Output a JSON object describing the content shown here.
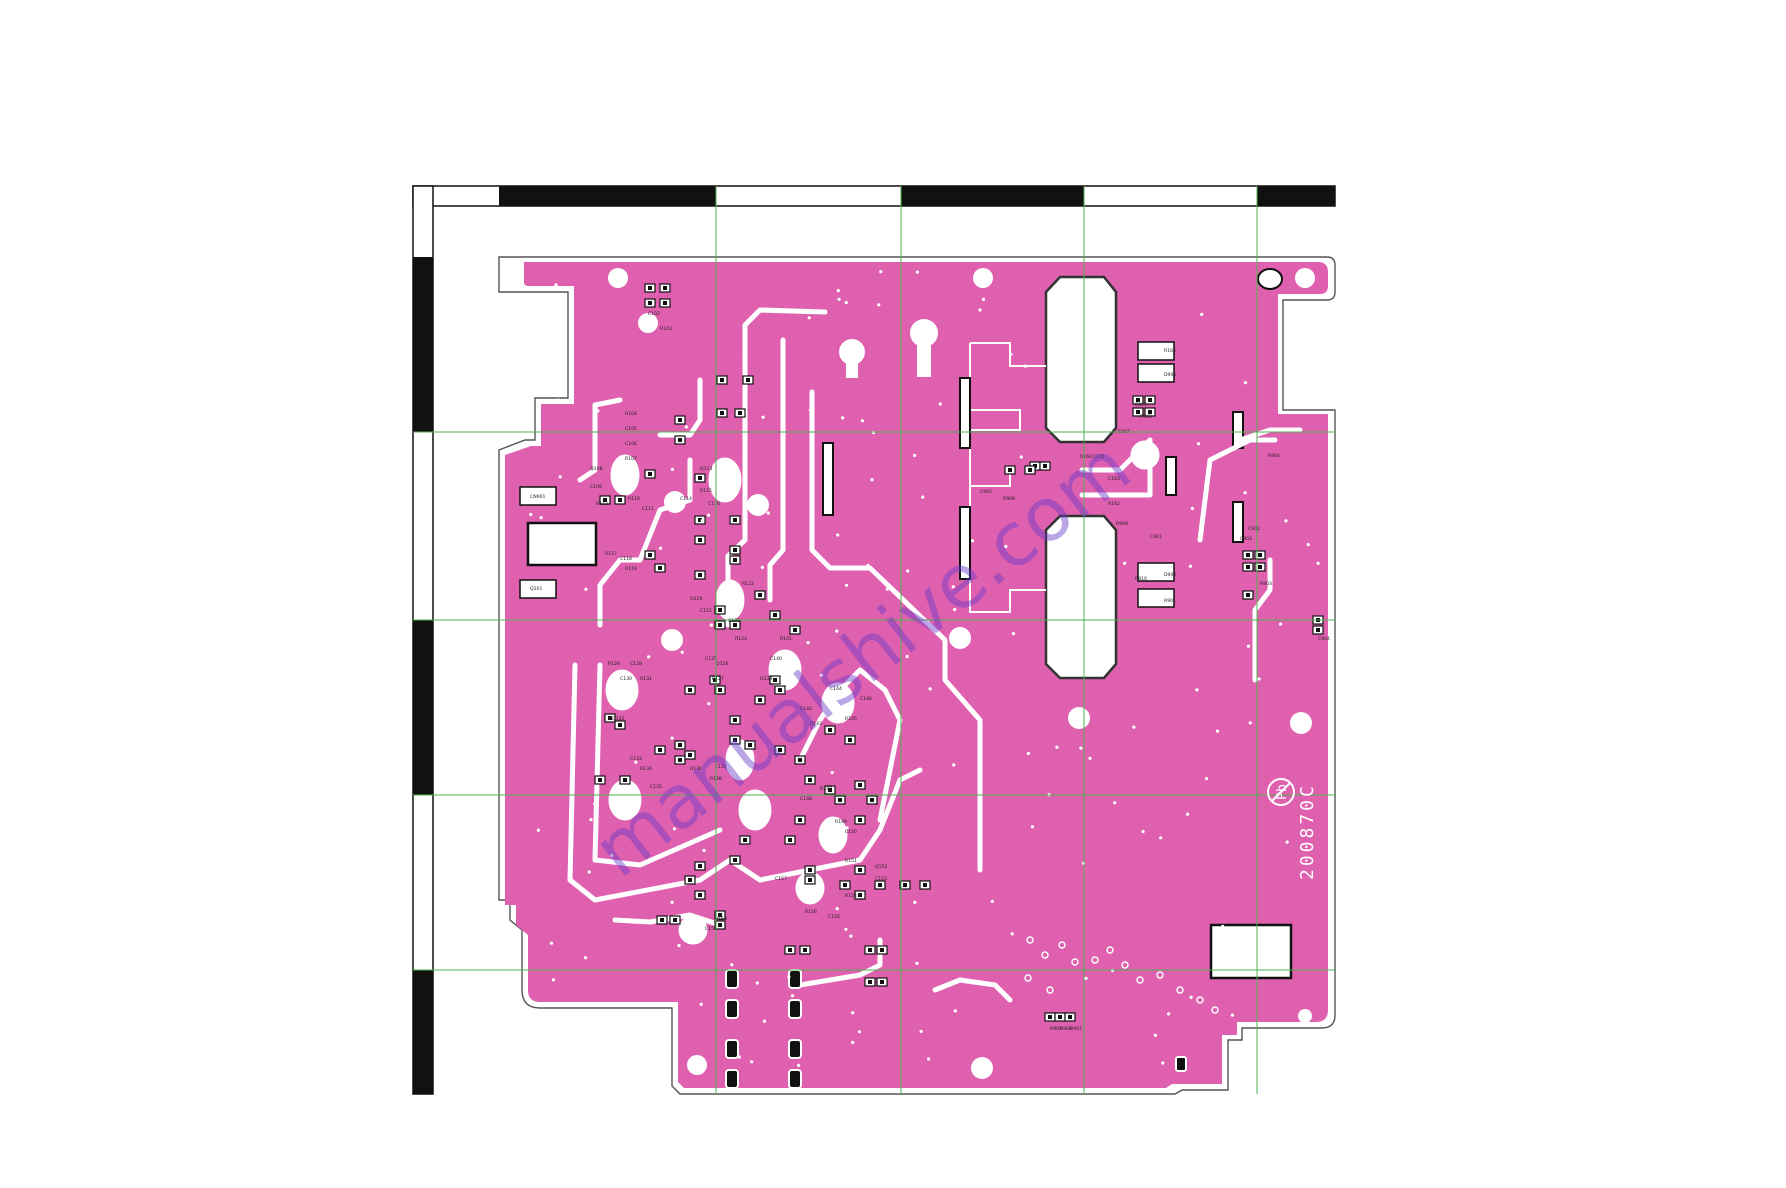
{
  "board": {
    "code": "200870C",
    "watermark": "manualshive.com",
    "marks": [
      "Pb"
    ]
  },
  "colors": {
    "copper": "#e060b0",
    "silk": "#ffffff",
    "grid": "#4fb04f",
    "ruler": "#111111",
    "outline": "#555555"
  },
  "components": [
    {
      "ref": "CN901"
    },
    {
      "ref": "Q101"
    },
    {
      "ref": "C102"
    },
    {
      "ref": "R103"
    },
    {
      "ref": "R104"
    },
    {
      "ref": "C105"
    },
    {
      "ref": "C106"
    },
    {
      "ref": "R107"
    },
    {
      "ref": "Q108"
    },
    {
      "ref": "C109"
    },
    {
      "ref": "R110"
    },
    {
      "ref": "C111"
    },
    {
      "ref": "R112"
    },
    {
      "ref": "Q113"
    },
    {
      "ref": "C114"
    },
    {
      "ref": "R115"
    },
    {
      "ref": "C116"
    },
    {
      "ref": "R117"
    },
    {
      "ref": "C118"
    },
    {
      "ref": "R119"
    },
    {
      "ref": "Q120"
    },
    {
      "ref": "C121"
    },
    {
      "ref": "R122"
    },
    {
      "ref": "C123"
    },
    {
      "ref": "R124"
    },
    {
      "ref": "C125"
    },
    {
      "ref": "Q126"
    },
    {
      "ref": "R127"
    },
    {
      "ref": "C128"
    },
    {
      "ref": "R129"
    },
    {
      "ref": "C130"
    },
    {
      "ref": "R131"
    },
    {
      "ref": "Q132"
    },
    {
      "ref": "C133"
    },
    {
      "ref": "R134"
    },
    {
      "ref": "C135"
    },
    {
      "ref": "R136"
    },
    {
      "ref": "C137"
    },
    {
      "ref": "R138"
    },
    {
      "ref": "Q139"
    },
    {
      "ref": "C140"
    },
    {
      "ref": "R141"
    },
    {
      "ref": "C142"
    },
    {
      "ref": "R143"
    },
    {
      "ref": "C144"
    },
    {
      "ref": "R145"
    },
    {
      "ref": "C146"
    },
    {
      "ref": "R147"
    },
    {
      "ref": "C148"
    },
    {
      "ref": "R149"
    },
    {
      "ref": "C150"
    },
    {
      "ref": "R151"
    },
    {
      "ref": "Q152"
    },
    {
      "ref": "C153"
    },
    {
      "ref": "R154"
    },
    {
      "ref": "C155"
    },
    {
      "ref": "R156"
    },
    {
      "ref": "C157"
    },
    {
      "ref": "R158"
    },
    {
      "ref": "C159"
    },
    {
      "ref": "R160"
    },
    {
      "ref": "C161"
    },
    {
      "ref": "R162"
    },
    {
      "ref": "C163"
    },
    {
      "ref": "R164"
    },
    {
      "ref": "D901"
    },
    {
      "ref": "D902"
    },
    {
      "ref": "R901"
    },
    {
      "ref": "R902"
    },
    {
      "ref": "C901"
    },
    {
      "ref": "C902"
    },
    {
      "ref": "R903"
    },
    {
      "ref": "C903"
    },
    {
      "ref": "R904"
    },
    {
      "ref": "C904"
    },
    {
      "ref": "R905"
    },
    {
      "ref": "R906"
    },
    {
      "ref": "R907"
    },
    {
      "ref": "C905"
    },
    {
      "ref": "R908"
    },
    {
      "ref": "C906"
    },
    {
      "ref": "C907"
    },
    {
      "ref": "R909"
    },
    {
      "ref": "R910"
    }
  ]
}
